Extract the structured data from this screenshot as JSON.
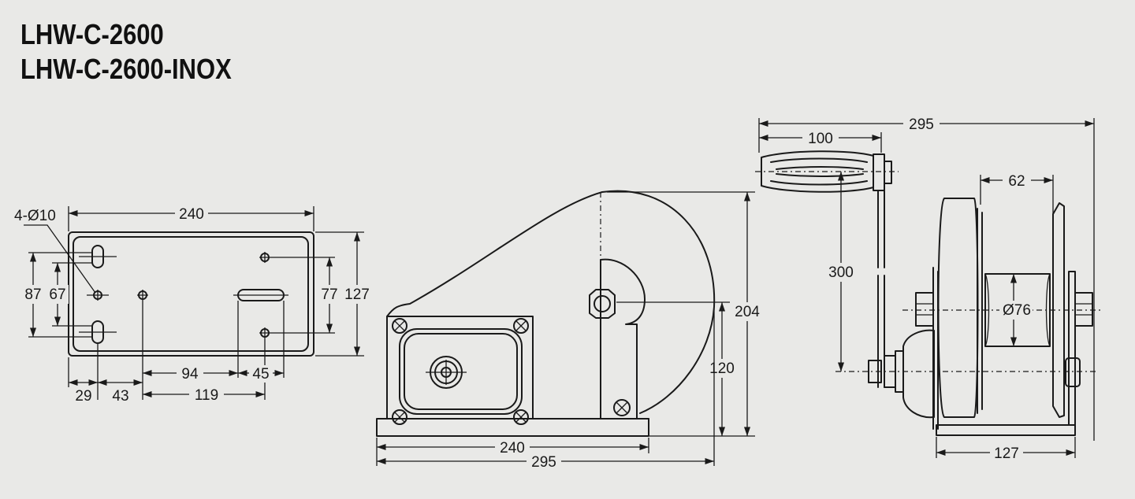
{
  "titles": {
    "line1": "LHW-C-2600",
    "line2": "LHW-C-2600-INOX"
  },
  "plate_view": {
    "hole_spec": "4-Ø10",
    "width": "240",
    "height": "127",
    "hole_v1": "87",
    "hole_v2": "67",
    "slot_v": "77",
    "d29": "29",
    "d43": "43",
    "d94": "94",
    "d45": "45",
    "d119": "119"
  },
  "side_view": {
    "height_total": "204",
    "height_axis": "120",
    "base_240": "240",
    "base_295": "295"
  },
  "front_view": {
    "overall_width": "295",
    "handle_length": "100",
    "crank_radius": "300",
    "drum_width": "62",
    "drum_diameter": "Ø76",
    "base_width": "127"
  }
}
